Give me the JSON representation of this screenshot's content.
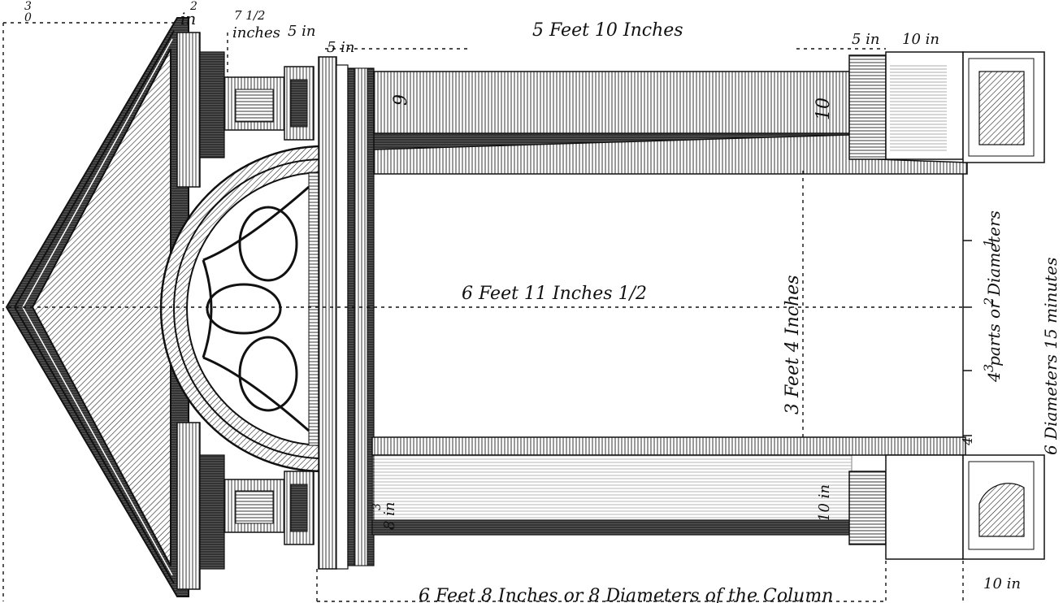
{
  "labels": {
    "top_left_fraction": "3",
    "top_left_value": "0",
    "top_in_fraction": "2",
    "top_in": "in",
    "seven_half": "7 1/2",
    "inches": "inches",
    "five_in_a": "5 in",
    "five_in_b": "5 in",
    "five_feet_ten": "5 Feet 10 Inches",
    "five_in_right": "5 in",
    "ten_in_top_right": "10 in",
    "ten_in_bottom_right": "10 in",
    "six_feet_eleven": "6 Feet 11 Inches 1/2",
    "three_feet_four": "3 Feet 4 Inches",
    "four_parts": "4 parts or Diameters",
    "six_diameters": "6 Diameters 15 minutes",
    "eight_in": "8 in",
    "frac_three": "3",
    "ten_in_col": "10 in",
    "bottom_caption": "6 Feet 8 Inches or 8 Diameters of the Column",
    "num_9": "9",
    "num_10": "10",
    "scale_1": "1",
    "scale_2": "2",
    "scale_3": "3",
    "scale_4": "4"
  },
  "colors": {
    "ink": "#111111",
    "hatch": "#444444",
    "paper": "#ffffff"
  }
}
